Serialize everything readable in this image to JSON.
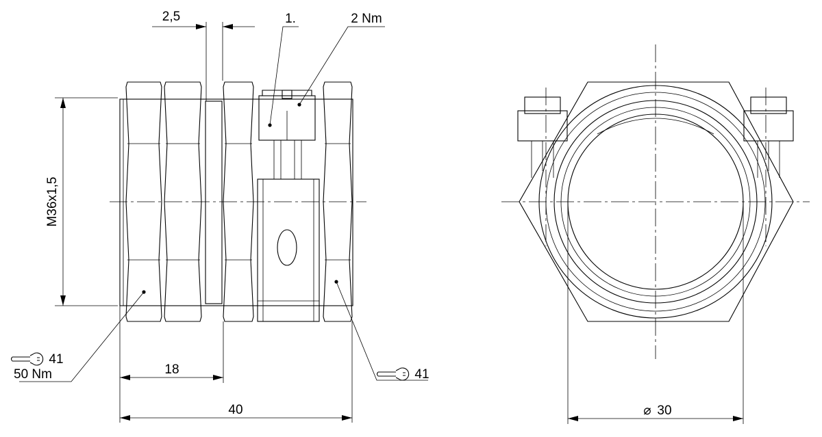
{
  "labels": {
    "thread": "M36x1,5",
    "gap": "2,5",
    "step": "1.",
    "screw_torque": "2 Nm",
    "wrench_left": "41",
    "nut_torque": "50 Nm",
    "wrench_right": "41",
    "dim_18": "18",
    "dim_40": "40",
    "diameter": "30",
    "diameter_symbol": "⌀"
  },
  "icons": {
    "wrench_left": "wrench-icon",
    "wrench_right": "wrench-icon"
  }
}
